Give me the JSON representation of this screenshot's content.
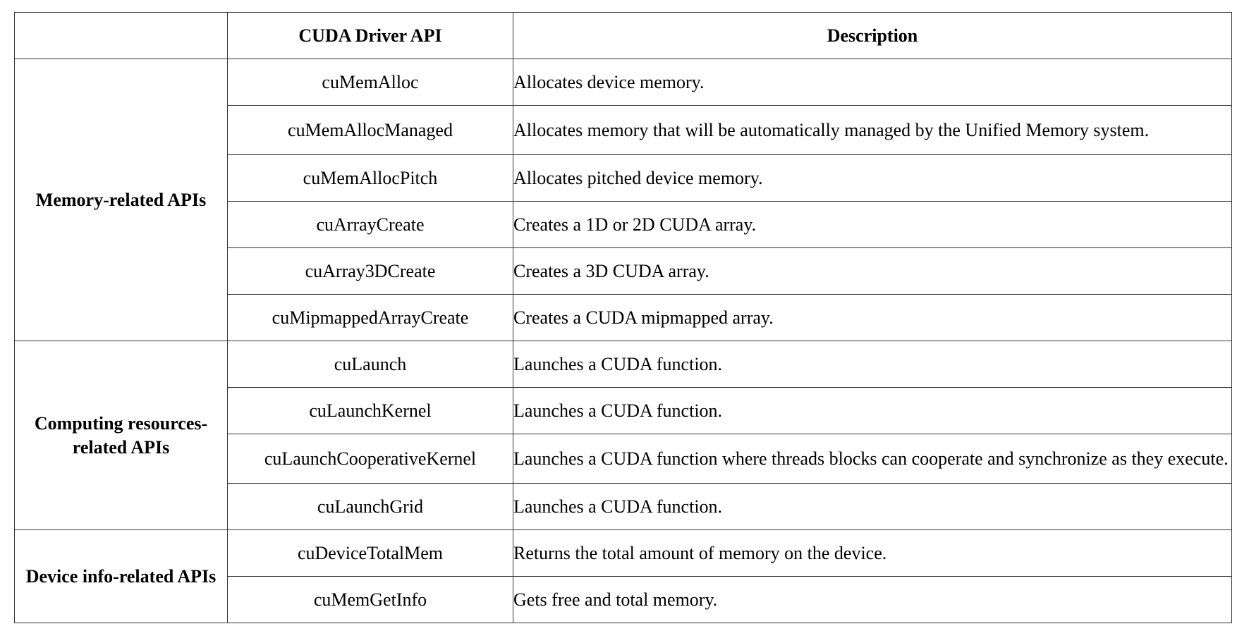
{
  "headers": {
    "group": "",
    "api": "CUDA Driver API",
    "description": "Description"
  },
  "groups": [
    {
      "label": "Memory-related APIs",
      "rows": [
        {
          "api": "cuMemAlloc",
          "description": "Allocates device memory."
        },
        {
          "api": "cuMemAllocManaged",
          "description": "Allocates memory that will be automatically managed by the Unified Memory system."
        },
        {
          "api": "cuMemAllocPitch",
          "description": "Allocates pitched device memory."
        },
        {
          "api": "cuArrayCreate",
          "description": "Creates a 1D or 2D CUDA array."
        },
        {
          "api": "cuArray3DCreate",
          "description": "Creates a 3D CUDA array."
        },
        {
          "api": "cuMipmappedArrayCreate",
          "description": "Creates a CUDA mipmapped array."
        }
      ]
    },
    {
      "label": "Computing resources-related APIs",
      "rows": [
        {
          "api": "cuLaunch",
          "description": "Launches a CUDA function."
        },
        {
          "api": "cuLaunchKernel",
          "description": "Launches a CUDA function."
        },
        {
          "api": "cuLaunchCooperativeKernel",
          "description": "Launches a CUDA function where threads blocks can cooperate and synchronize as they execute."
        },
        {
          "api": "cuLaunchGrid",
          "description": "Launches a CUDA function."
        }
      ]
    },
    {
      "label": "Device info-related APIs",
      "rows": [
        {
          "api": "cuDeviceTotalMem",
          "description": "Returns the total amount of memory on the device."
        },
        {
          "api": "cuMemGetInfo",
          "description": "Gets free and total memory."
        }
      ]
    }
  ]
}
